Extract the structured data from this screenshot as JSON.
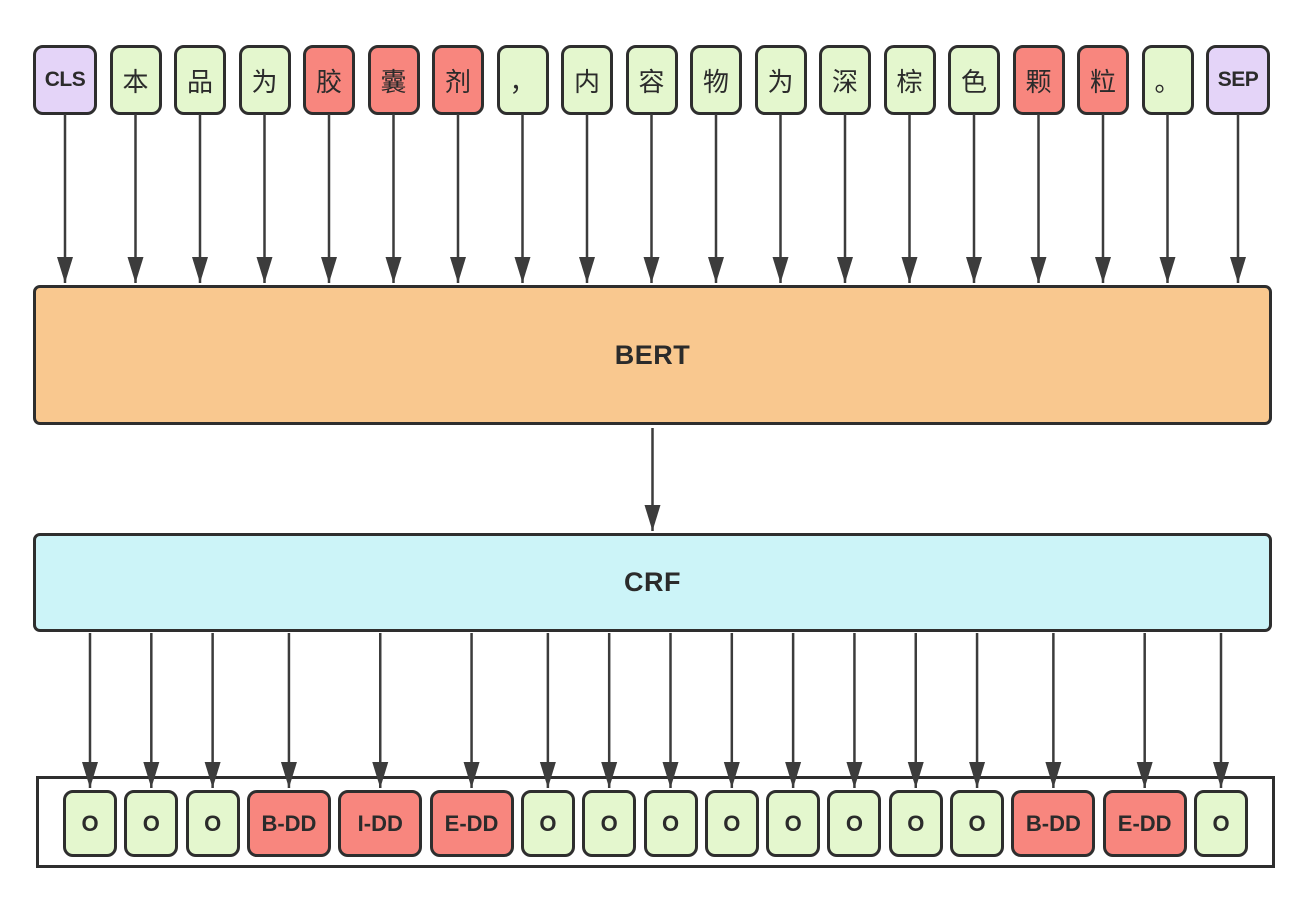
{
  "diagram": {
    "name": "BERT-CRF sequence labeling diagram",
    "colors": {
      "token_normal": "#e4f7ce",
      "token_entity": "#f8867e",
      "token_special": "#e4d4f8",
      "bert_fill": "#f9c88f",
      "crf_fill": "#ccf4f8",
      "border": "#2e2e2e",
      "line": "#3c3c3c",
      "text": "#2b2b2b"
    },
    "bert": {
      "label": "BERT"
    },
    "crf": {
      "label": "CRF"
    },
    "tokens": [
      {
        "text": "CLS",
        "type": "special"
      },
      {
        "text": "本",
        "type": "normal"
      },
      {
        "text": "品",
        "type": "normal"
      },
      {
        "text": "为",
        "type": "normal"
      },
      {
        "text": "胶",
        "type": "entity"
      },
      {
        "text": "囊",
        "type": "entity"
      },
      {
        "text": "剂",
        "type": "entity"
      },
      {
        "text": "，",
        "type": "normal"
      },
      {
        "text": "内",
        "type": "normal"
      },
      {
        "text": "容",
        "type": "normal"
      },
      {
        "text": "物",
        "type": "normal"
      },
      {
        "text": "为",
        "type": "normal"
      },
      {
        "text": "深",
        "type": "normal"
      },
      {
        "text": "棕",
        "type": "normal"
      },
      {
        "text": "色",
        "type": "normal"
      },
      {
        "text": "颗",
        "type": "entity"
      },
      {
        "text": "粒",
        "type": "entity"
      },
      {
        "text": "。",
        "type": "normal"
      },
      {
        "text": "SEP",
        "type": "special"
      }
    ],
    "output_labels": [
      {
        "text": "O",
        "type": "outside"
      },
      {
        "text": "O",
        "type": "outside"
      },
      {
        "text": "O",
        "type": "outside"
      },
      {
        "text": "B-DD",
        "type": "entity"
      },
      {
        "text": "I-DD",
        "type": "entity"
      },
      {
        "text": "E-DD",
        "type": "entity"
      },
      {
        "text": "O",
        "type": "outside"
      },
      {
        "text": "O",
        "type": "outside"
      },
      {
        "text": "O",
        "type": "outside"
      },
      {
        "text": "O",
        "type": "outside"
      },
      {
        "text": "O",
        "type": "outside"
      },
      {
        "text": "O",
        "type": "outside"
      },
      {
        "text": "O",
        "type": "outside"
      },
      {
        "text": "O",
        "type": "outside"
      },
      {
        "text": "B-DD",
        "type": "entity"
      },
      {
        "text": "E-DD",
        "type": "entity"
      },
      {
        "text": "O",
        "type": "outside"
      }
    ]
  }
}
